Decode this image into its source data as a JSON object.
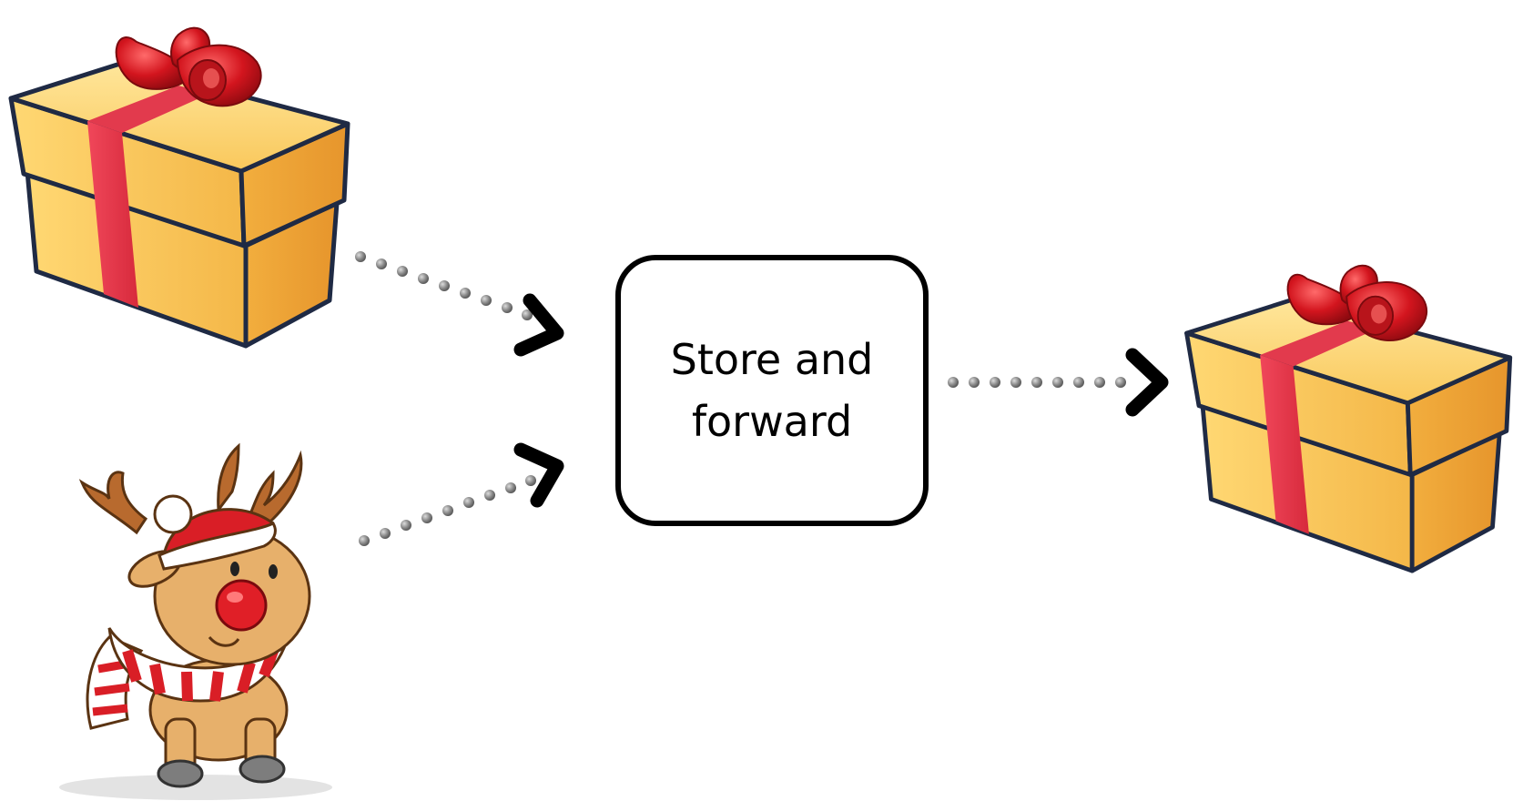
{
  "diagram": {
    "node": {
      "label_line1": "Store and",
      "label_line2": "forward"
    },
    "icons": {
      "source_top": "gift-box-icon",
      "source_bottom": "reindeer-icon",
      "destination": "gift-box-icon"
    },
    "connectors": [
      {
        "from": "gift-box",
        "to": "store-and-forward",
        "style": "dotted-arrow"
      },
      {
        "from": "reindeer",
        "to": "store-and-forward",
        "style": "dotted-arrow"
      },
      {
        "from": "store-and-forward",
        "to": "gift-box",
        "style": "dotted-arrow"
      }
    ],
    "colors": {
      "box_yellow": "#F8C659",
      "box_side": "#EFA43A",
      "ribbon_red": "#E8344A",
      "bow_red": "#D01A22",
      "box_outline": "#1F2A44",
      "dots_gray": "#8A8A8A",
      "arrow_black": "#000000"
    }
  }
}
